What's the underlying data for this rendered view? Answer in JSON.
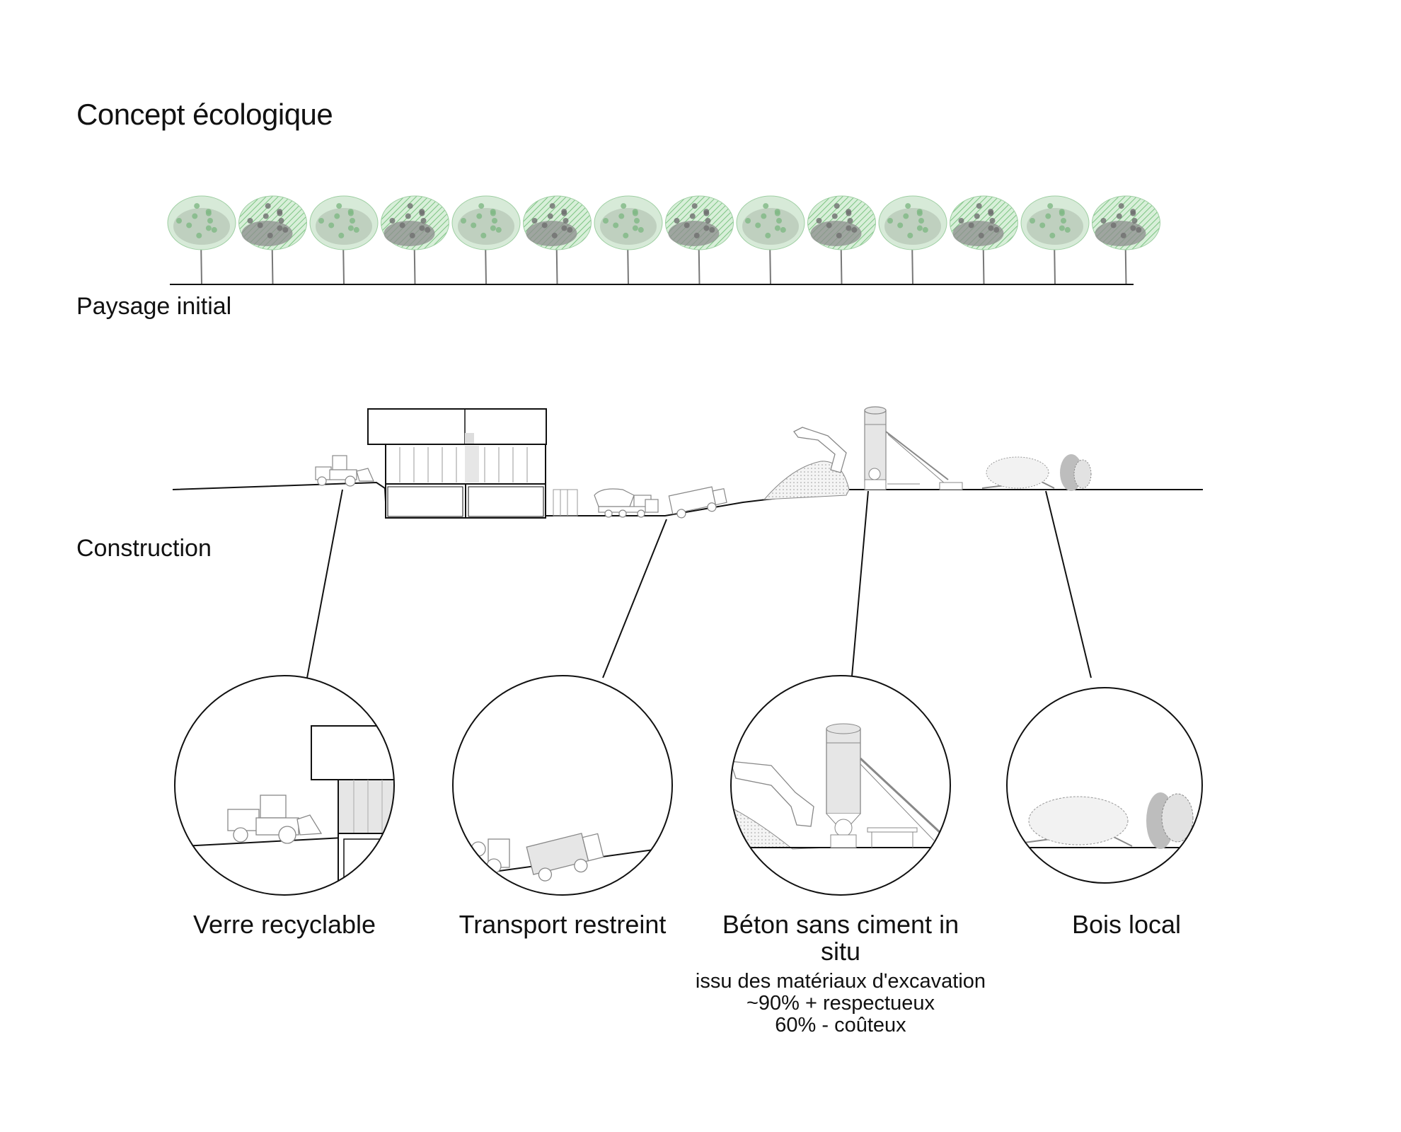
{
  "title": "Concept écologique",
  "sections": {
    "paysage": "Paysage initial",
    "construction": "Construction"
  },
  "details": [
    {
      "label": "Verre recyclable",
      "icon": "building-glass-detail"
    },
    {
      "label": "Transport restreint",
      "icon": "truck-transport-detail"
    },
    {
      "label": "Béton sans ciment in situ",
      "icon": "concrete-silo-detail",
      "notes": [
        "issu des matériaux d'excavation",
        "~90% + respectueux",
        "60% - coûteux"
      ]
    },
    {
      "label": "Bois local",
      "icon": "fallen-tree-detail"
    }
  ],
  "colors": {
    "line": "#111111",
    "foliage_green": "#8fcf92",
    "foliage_grey": "#8c8c8c",
    "fill_grey": "#e6e6e6"
  }
}
